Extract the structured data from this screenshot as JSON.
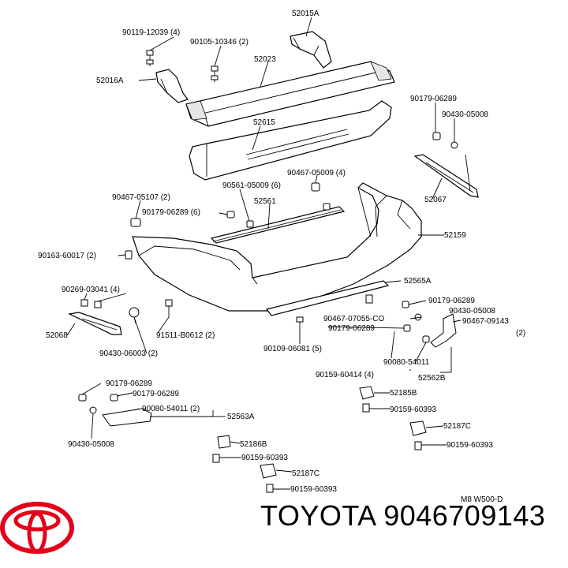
{
  "diagram": {
    "labels": {
      "l_52015A": "52015A",
      "l_90119_12039": "90119-12039 (4)",
      "l_90105_10346": "90105-10346 (2)",
      "l_52023": "52023",
      "l_52016A": "52016A",
      "l_90179_06289_a": "90179-06289",
      "l_90430_05008_a": "90430-05008",
      "l_52615": "52615",
      "l_90467_05009": "90467-05009 (4)",
      "l_90561_05009": "90561-05009 (6)",
      "l_90467_05107": "90467-05107 (2)",
      "l_90179_06289_6": "90179-06289 (6)",
      "l_52561": "52561",
      "l_52067": "52067",
      "l_52159": "52159",
      "l_90163_60017": "90163-60017 (2)",
      "l_90269_03041": "90269-03041 (4)",
      "l_52565A": "52565A",
      "l_90179_06289_b": "90179-06289",
      "l_90430_05008_b": "90430-05008",
      "l_90467_07055": "90467-07055-CO",
      "l_90467_09143": "90467-09143",
      "l_90467_09143_qty": "(2)",
      "l_52068": "52068",
      "l_91511_B0612": "91511-B0612 (2)",
      "l_90179_06289_c": "90179-06289",
      "l_90430_06003": "90430-06003 (2)",
      "l_90109_06081": "90109-06081 (5)",
      "l_90080_54011_a": "90080-54011",
      "l_90159_60414": "90159-60414 (4)",
      "l_52562B": "52562B",
      "l_90179_06289_d": "90179-06289",
      "l_90179_06289_e": "90179-06289",
      "l_52185B": "52185B",
      "l_90080_54011_b": "90080-54011 (2)",
      "l_52563A": "52563A",
      "l_90159_60393_a": "90159-60393",
      "l_52187C_a": "52187C",
      "l_90430_05008_c": "90430-05008",
      "l_52186B": "52186B",
      "l_90159_60393_b": "90159-60393",
      "l_90159_60393_c": "90159-60393",
      "l_52187C_b": "52187C",
      "l_90159_60393_d": "90159-60393",
      "l_code": "M8 W500-D"
    }
  },
  "footer": {
    "brand_text": "TOYOTA 9046709143",
    "logo_name": "toyota-logo-icon",
    "logo_color": "#e3001b"
  }
}
